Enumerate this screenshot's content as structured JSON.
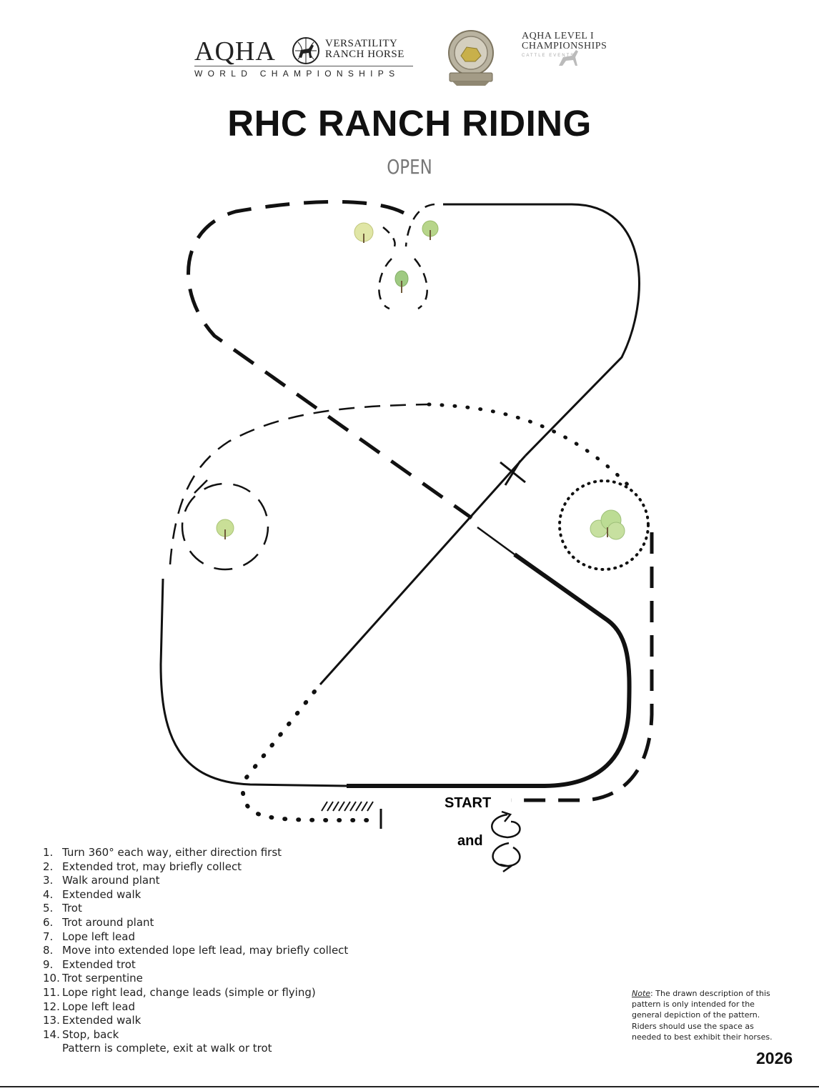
{
  "header": {
    "aqha_wordmark": "AQHA",
    "vrh_line1": "VERSATILITY",
    "vrh_line2": "RANCH HORSE",
    "world_championships": "WORLD CHAMPIONSHIPS",
    "level_line1": "AQHA LEVEL I",
    "level_line2": "CHAMPIONSHIPS",
    "level_sub": "CATTLE      EVENTS",
    "badge_icon": "championship-buckle-badge"
  },
  "title": "RHC RANCH RIDING",
  "subtitle": "OPEN",
  "diagram": {
    "start_label": "START",
    "and_label": "and",
    "plant_color": "#9cc56b",
    "plant_color_light": "#d7e39a",
    "line_color": "#111111"
  },
  "instructions": [
    {
      "num": "1.",
      "text": "Turn 360° each way, either direction first"
    },
    {
      "num": "2.",
      "text": "Extended trot, may briefly collect"
    },
    {
      "num": "3.",
      "text": "Walk around plant"
    },
    {
      "num": "4.",
      "text": "Extended walk"
    },
    {
      "num": "5.",
      "text": "Trot"
    },
    {
      "num": "6.",
      "text": "Trot around plant"
    },
    {
      "num": "7.",
      "text": "Lope left lead"
    },
    {
      "num": "8.",
      "text": "Move into extended lope left lead, may briefly collect"
    },
    {
      "num": "9.",
      "text": "Extended trot"
    },
    {
      "num": "10.",
      "text": "Trot serpentine"
    },
    {
      "num": "11.",
      "text": "Lope right lead, change leads (simple or flying)"
    },
    {
      "num": "12.",
      "text": "Lope left lead"
    },
    {
      "num": "13.",
      "text": "Extended walk"
    },
    {
      "num": "14.",
      "text": "Stop, back"
    }
  ],
  "completion": "Pattern is complete, exit at walk or trot",
  "note": {
    "label": "Note",
    "text": ": The drawn description of this pattern is only intended for the general depiction of the pattern. Riders should use the space as needed to best exhibit their horses."
  },
  "year": "2026"
}
